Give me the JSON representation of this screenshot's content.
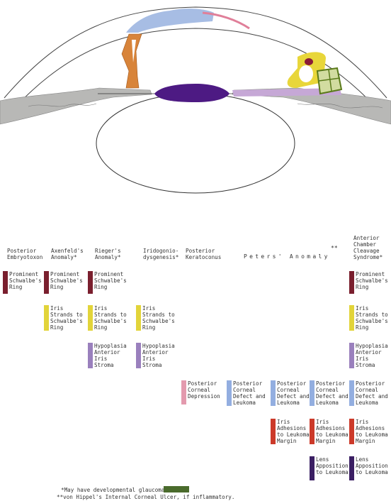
{
  "colors": {
    "schwalbe": "#7a1f2e",
    "iris_strands": "#e2d43a",
    "hypoplasia": "#9a80bd",
    "posterior_depression": "#e39aae",
    "corneal_defect": "#93aee0",
    "adhesions": "#cc3a2a",
    "lens": "#3b1f63",
    "glaucoma": "#4a6b2c"
  },
  "columns": [
    {
      "id": "c1",
      "label": "Posterior\nEmbryotoxon"
    },
    {
      "id": "c2",
      "label": "Axenfeld's\nAnomaly*"
    },
    {
      "id": "c3",
      "label": "Rieger's\nAnomaly*"
    },
    {
      "id": "c4",
      "label": "Iridogonio-\ndysgenesis*"
    },
    {
      "id": "c5",
      "label": "Posterior\nKeratoconus"
    },
    {
      "id": "c6",
      "label": "Peters' Anomaly"
    },
    {
      "id": "c7",
      "label": "**"
    },
    {
      "id": "c8",
      "label": "Anterior\nChamber\nCleavage\nSyndrome*"
    }
  ],
  "cells": {
    "schwalbe": "Prominent\nSchwalbe's\nRing",
    "iris_strands": "Iris\nStrands to\nSchwalbe's\nRing",
    "hypoplasia": "Hypoplasia\nAnterior\nIris\nStroma",
    "posterior_depression": "Posterior\nCorneal\nDepression",
    "corneal_defect": "Posterior\nCorneal\nDefect and\nLeukoma",
    "adhesions": "Iris\nAdhesions\nto Leukoma\nMargin",
    "lens": "Lens\nApposition\nto Leukoma"
  },
  "footnotes": {
    "glaucoma": "*May have developmental glaucoma",
    "ulcer": "**von Hippel's Internal Corneal Ulcer, if inflammatory."
  }
}
